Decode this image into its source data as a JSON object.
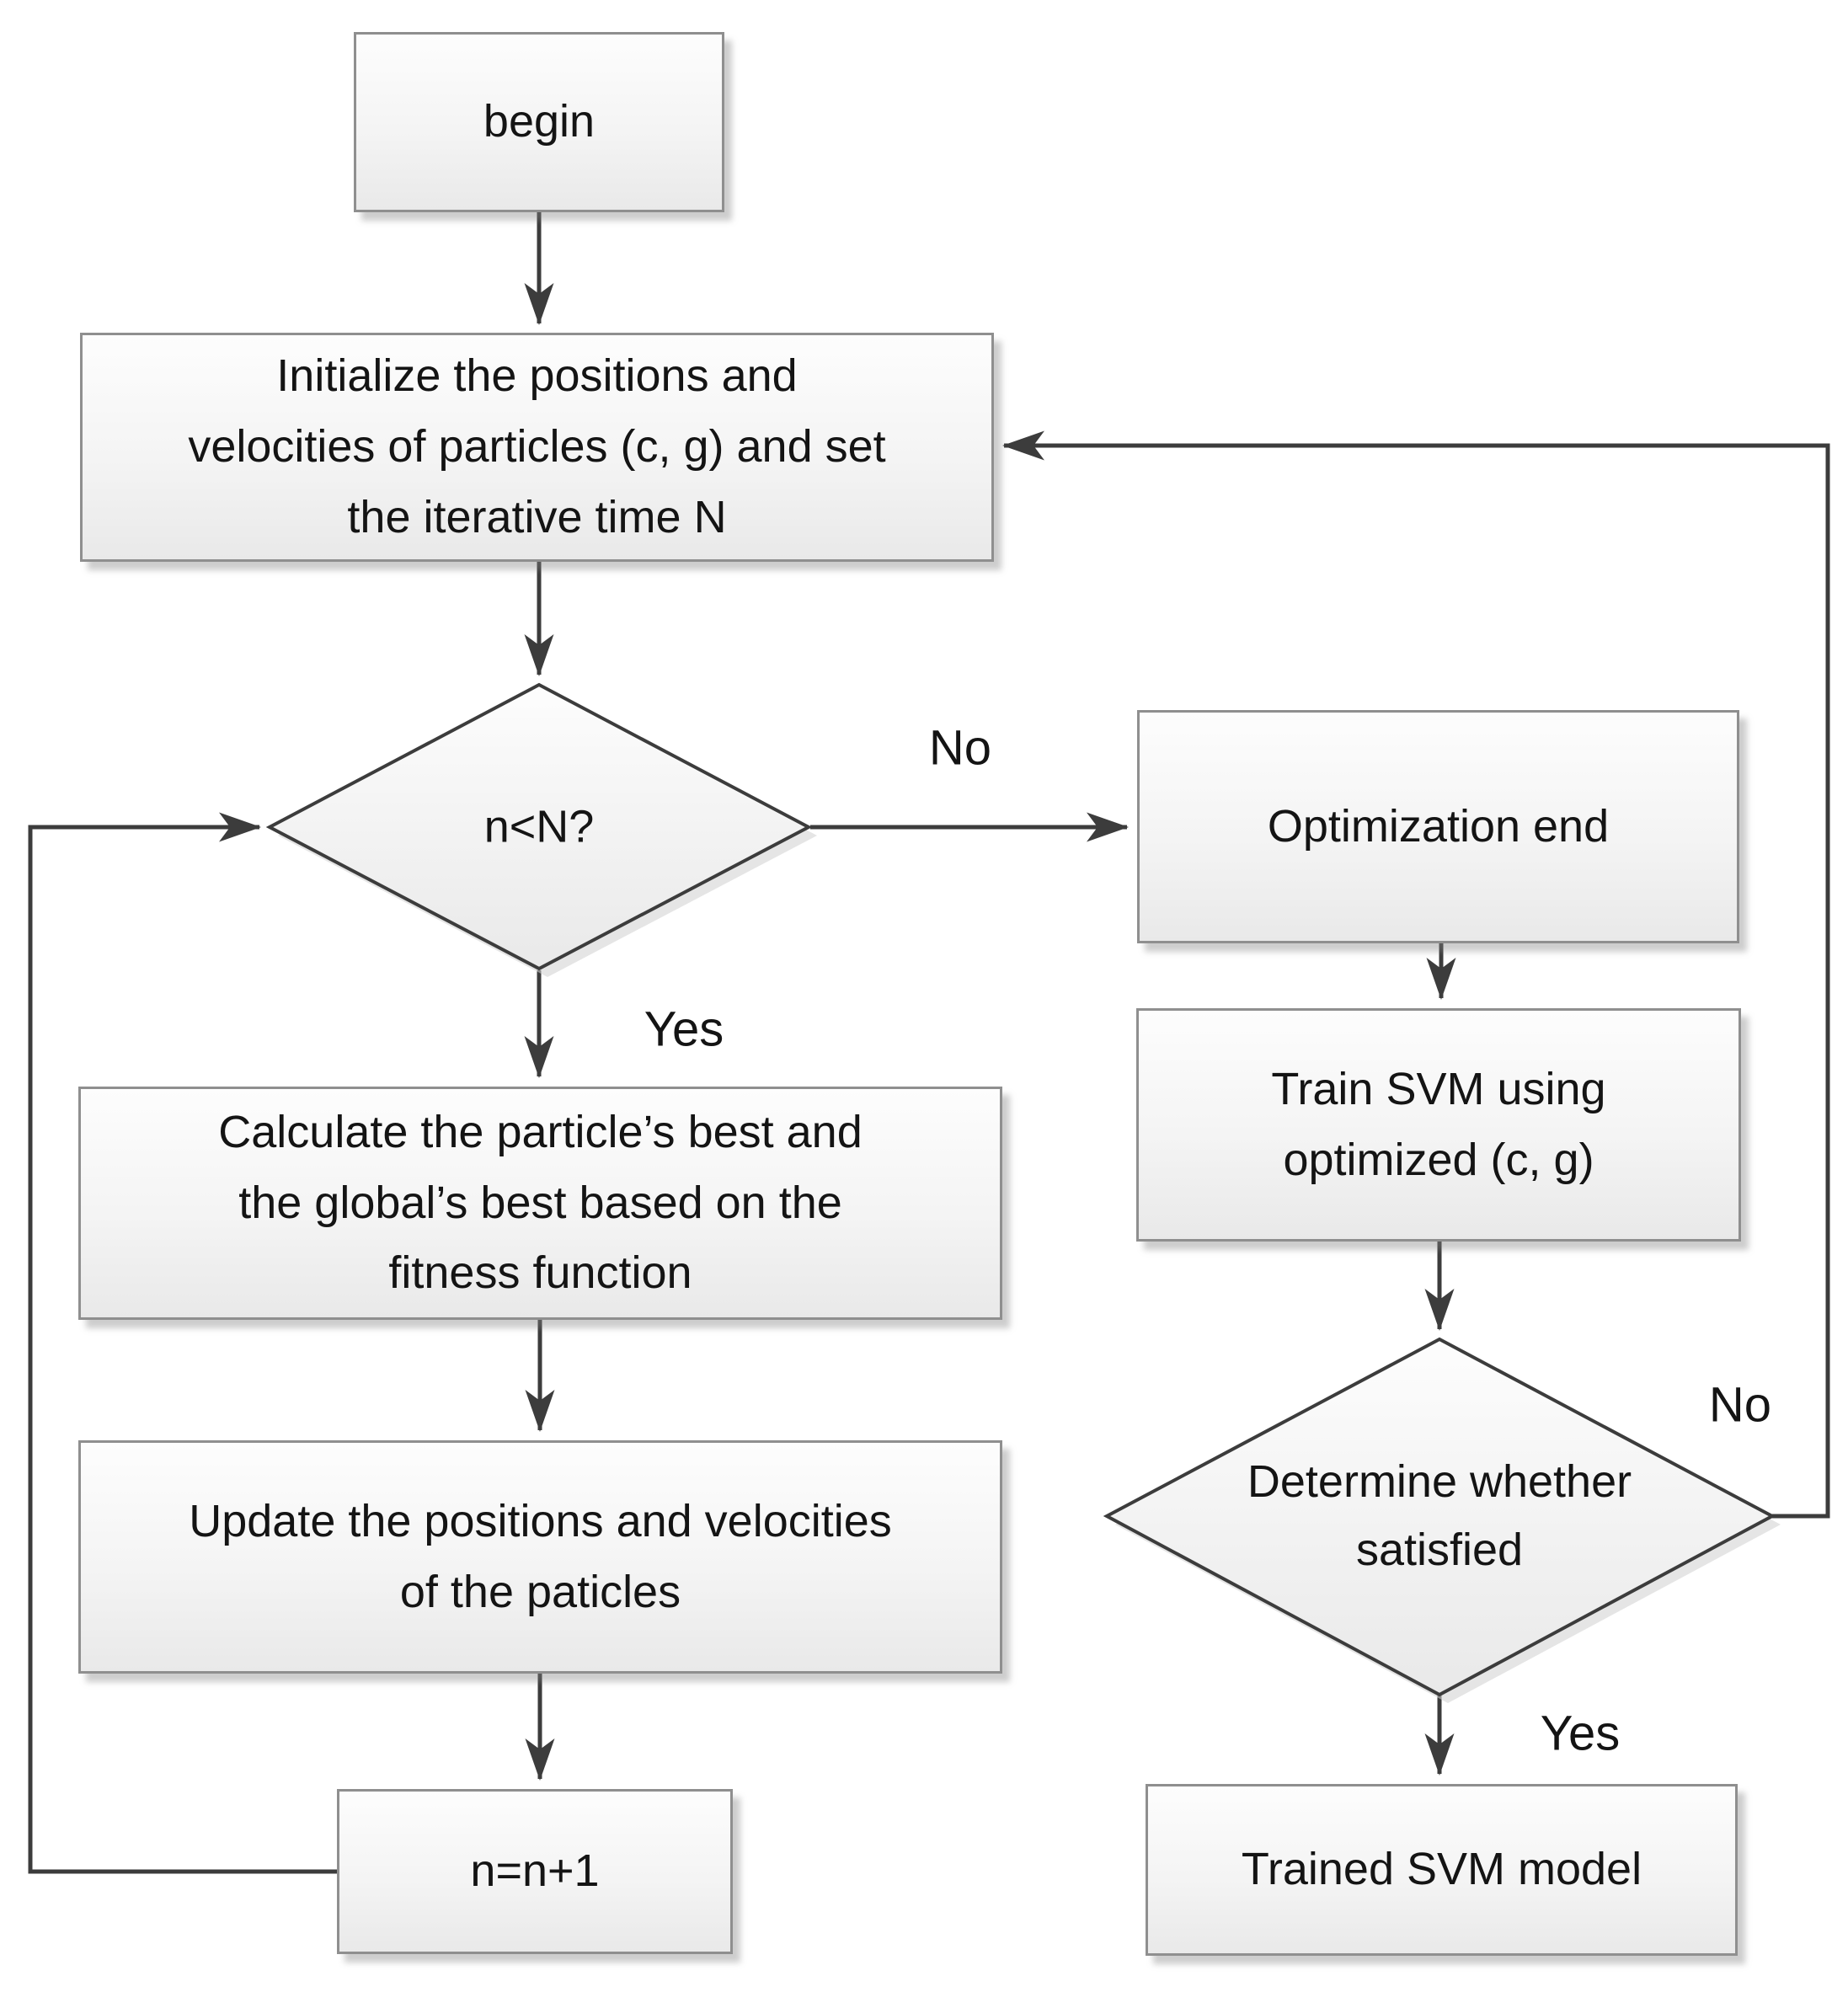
{
  "colors": {
    "line": "#3c3c3c",
    "node-border": "#8f8f8f",
    "node-fill-top": "#fdfdfd",
    "node-fill-bottom": "#e9e9e9",
    "text": "#141414",
    "shadow": "rgba(130,130,130,0.40)"
  },
  "nodes": {
    "begin": {
      "label": "begin"
    },
    "init": {
      "label": "Initialize the positions and\nvelocities of particles (c, g) and set\nthe iterative time N"
    },
    "cond_iter": {
      "label": "n<N?"
    },
    "calc": {
      "label": "Calculate the particle’s best and\nthe global’s best based on the\nfitness function"
    },
    "update": {
      "label": "Update the positions and velocities\nof the paticles"
    },
    "increment": {
      "label": "n=n+1"
    },
    "opt_end": {
      "label": "Optimization end"
    },
    "train": {
      "label": "Train SVM using\noptimized (c, g)"
    },
    "cond_satisfied": {
      "label": "Determine whether\nsatisfied"
    },
    "trained": {
      "label": "Trained SVM model"
    }
  },
  "edge_labels": {
    "iter_no": "No",
    "iter_yes": "Yes",
    "satisfied_no": "No",
    "satisfied_yes": "Yes"
  }
}
